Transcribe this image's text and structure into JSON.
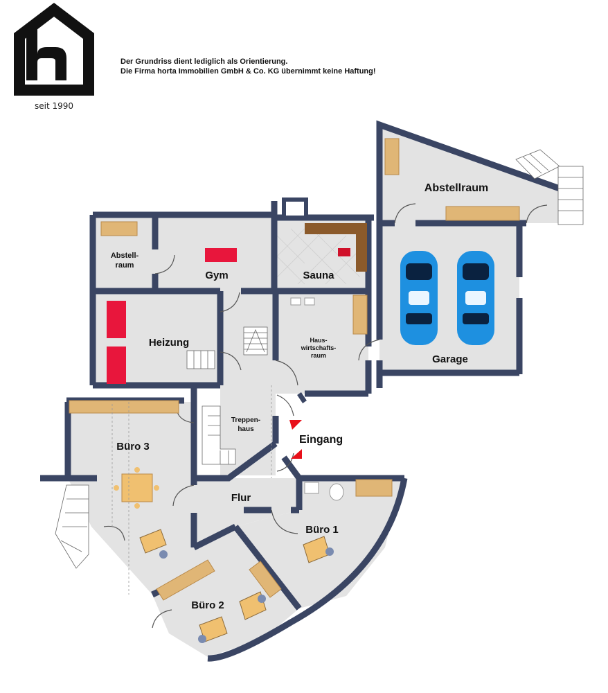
{
  "brand": {
    "slogan": "seit 1990",
    "logo_icon": "house-h-logo"
  },
  "disclaimer": {
    "line1": "Der Grundriss dient lediglich als Orientierung.",
    "line2": "Die Firma horta Immobilien GmbH & Co. KG übernimmt keine Haftung!"
  },
  "rooms": {
    "abstellraum_top": "Abstellraum",
    "abstellraum_small_1": "Abstell-",
    "abstellraum_small_2": "raum",
    "gym": "Gym",
    "sauna": "Sauna",
    "heizung": "Heizung",
    "hwr_1": "Haus-",
    "hwr_2": "wirtschafts-",
    "hwr_3": "raum",
    "garage": "Garage",
    "treppenhaus_1": "Treppen-",
    "treppenhaus_2": "haus",
    "eingang": "Eingang",
    "buero3": "Büro 3",
    "flur": "Flur",
    "buero1": "Büro 1",
    "buero2": "Büro 2"
  },
  "colors": {
    "wall": "#3a4563",
    "floor": "#e3e3e3",
    "furniture": "#e0b676",
    "car": "#1e90e0",
    "heater": "#e8163c",
    "entrance_marker": "#e8101a"
  }
}
